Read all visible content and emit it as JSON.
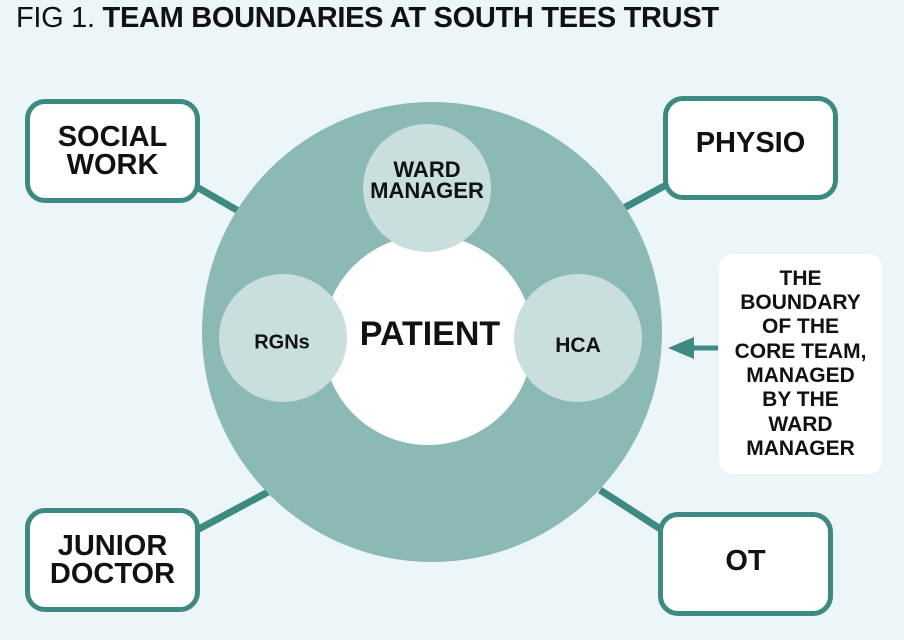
{
  "title": {
    "prefix": "FIG 1.",
    "text": "TEAM BOUNDARIES AT SOUTH TEES TRUST"
  },
  "colors": {
    "background": "#ecf5f7",
    "outer_ring": "#8bb9b6",
    "inner_member": "#c8dfdd",
    "patient_core": "#ffffff",
    "accent_border": "#3e8a82",
    "text": "#111111"
  },
  "core": {
    "center_label": "PATIENT",
    "members": [
      {
        "id": "ward-manager",
        "lines": [
          "WARD",
          "MANAGER"
        ]
      },
      {
        "id": "rgns",
        "lines": [
          "RGNs"
        ]
      },
      {
        "id": "hca",
        "lines": [
          "HCA"
        ]
      }
    ]
  },
  "external": [
    {
      "id": "social-work",
      "lines": [
        "SOCIAL",
        "WORK"
      ]
    },
    {
      "id": "physio",
      "lines": [
        "PHYSIO"
      ]
    },
    {
      "id": "junior-doctor",
      "lines": [
        "JUNIOR",
        "DOCTOR"
      ]
    },
    {
      "id": "ot",
      "lines": [
        "OT"
      ]
    }
  ],
  "annotation": {
    "lines": [
      "THE",
      "BOUNDARY",
      "OF THE",
      "CORE TEAM,",
      "MANAGED",
      "BY THE",
      "WARD",
      "MANAGER"
    ]
  }
}
